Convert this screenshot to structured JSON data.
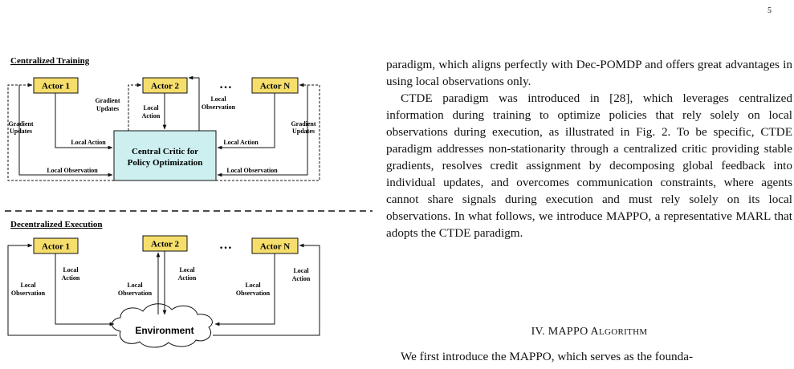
{
  "page": {
    "number": "5"
  },
  "figure": {
    "training": {
      "title": "Centralized Training",
      "actors": [
        "Actor 1",
        "Actor 2",
        "Actor N"
      ],
      "ellipsis": "…",
      "critic": [
        "Central Critic for",
        "Policy Optimization"
      ],
      "labels": {
        "gradient_updates_left": [
          "Gradient",
          "Updates"
        ],
        "gradient_updates_mid": [
          "Gradient",
          "Updates"
        ],
        "gradient_updates_right": [
          "Gradient",
          "Updates"
        ],
        "local_action_mid": [
          "Local",
          "Action"
        ],
        "local_observation_mid": [
          "Local",
          "Observation"
        ],
        "local_action_left": "Local Action",
        "local_action_right": "Local Action",
        "local_observation_left": "Local Observation",
        "local_observation_right": "Local Observation"
      }
    },
    "execution": {
      "title": "Decentralized Execution",
      "actors": [
        "Actor 1",
        "Actor 2",
        "Actor N"
      ],
      "ellipsis": "…",
      "environment": "Environment",
      "labels": {
        "obs_1": [
          "Local",
          "Observation"
        ],
        "act_1": [
          "Local",
          "Action"
        ],
        "obs_2": [
          "Local",
          "Observation"
        ],
        "act_2": [
          "Local",
          "Action"
        ],
        "obs_n": [
          "Local",
          "Observation"
        ],
        "act_n": [
          "Local",
          "Action"
        ]
      }
    }
  },
  "text": {
    "para1": "paradigm, which aligns perfectly with Dec-POMDP and offers great advantages in using local observations only.",
    "para2": "CTDE paradigm was introduced in [28], which leverages centralized information during training to optimize policies that rely solely on local observations during execution, as illustrated in Fig. 2. To be specific, CTDE paradigm addresses non-stationarity through a centralized critic providing stable gradients, resolves credit assignment by decomposing global feedback into individual updates, and overcomes communication constraints, where agents cannot share signals during execution and must rely solely on its local observations. In what follows, we introduce MAPPO, a representative MARL that adopts the CTDE paradigm.",
    "section_number": "IV.",
    "section_title_first": "MAPPO A",
    "section_title_rest": "LGORITHM",
    "para3": "We first introduce the MAPPO, which serves as the founda-"
  }
}
